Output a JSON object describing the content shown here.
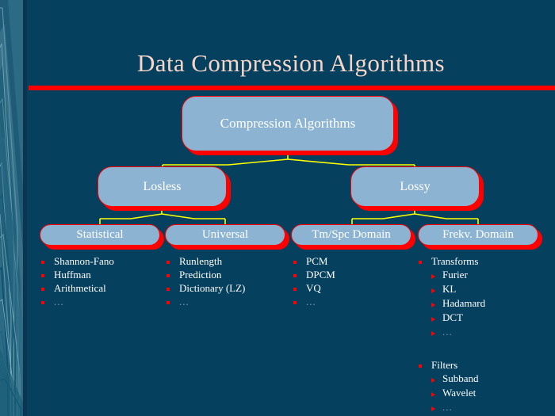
{
  "slide": {
    "title": "Data Compression Algorithms",
    "background_color": "#06405f",
    "rule_color": "#ff0000",
    "title_color": "#f7d6c8",
    "node_fill_color": "#8cb4d2",
    "node_shadow_color": "#ff0000",
    "connector_color": "#ffff00",
    "bullet_color": "#ff0000",
    "text_color": "#ffffff"
  },
  "tree": {
    "root": {
      "label": "Compression Algorithms"
    },
    "level2": [
      {
        "label": "Losless"
      },
      {
        "label": "Lossy"
      }
    ],
    "level3": [
      {
        "label": "Statistical"
      },
      {
        "label": "Universal"
      },
      {
        "label": "Tm/Spc Domain"
      },
      {
        "label": "Frekv.  Domain"
      }
    ]
  },
  "lists": {
    "statistical": [
      {
        "text": "Shannon-Fano"
      },
      {
        "text": "Huffman"
      },
      {
        "text": "Arithmetical"
      },
      {
        "text": "..."
      }
    ],
    "universal": [
      {
        "text": "Runlength"
      },
      {
        "text": "Prediction"
      },
      {
        "text": "Dictionary (LZ)"
      },
      {
        "text": "..."
      }
    ],
    "tmspc": [
      {
        "text": "PCM"
      },
      {
        "text": "DPCM"
      },
      {
        "text": "VQ"
      },
      {
        "text": "..."
      }
    ],
    "frekv": {
      "transforms": {
        "label": "Transforms",
        "items": [
          {
            "text": "Furier"
          },
          {
            "text": "KL"
          },
          {
            "text": "Hadamard"
          },
          {
            "text": "DCT"
          },
          {
            "text": "..."
          }
        ]
      },
      "filters": {
        "label": "Filters",
        "items": [
          {
            "text": "Subband"
          },
          {
            "text": "Wavelet"
          },
          {
            "text": "..."
          }
        ]
      }
    }
  }
}
